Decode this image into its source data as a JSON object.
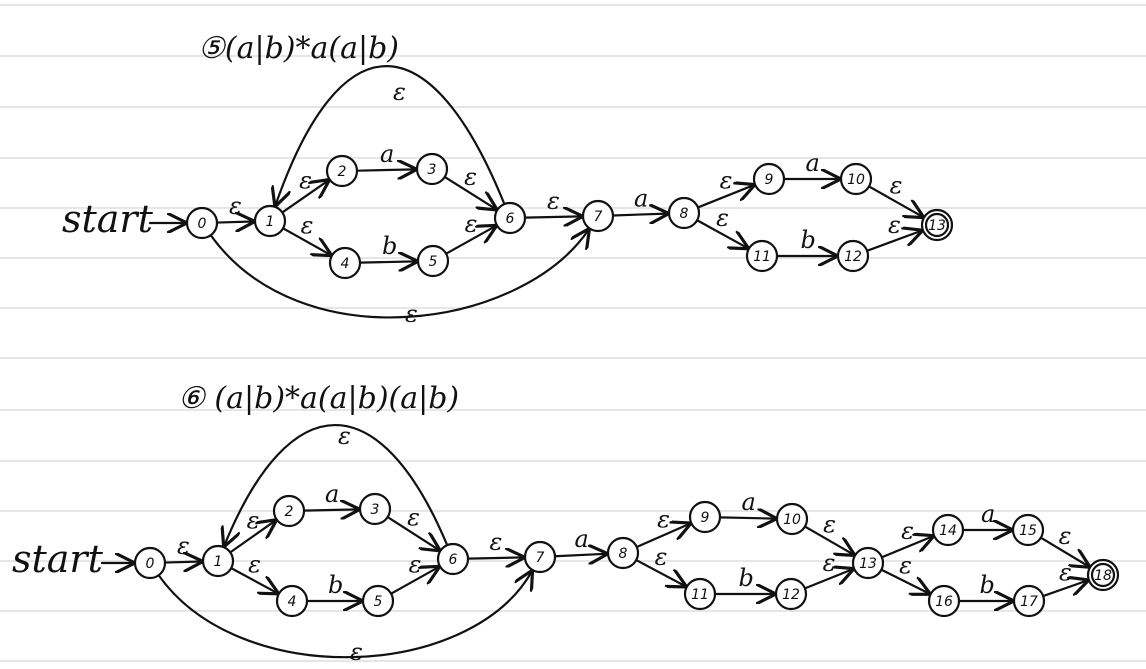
{
  "ink_color": "#111111",
  "ruled_line_color": "#d7d7d7",
  "diagrams": [
    {
      "title": "⑤(a|b)*a(a|b)",
      "start_label": "start",
      "states": [
        "0",
        "1",
        "2",
        "3",
        "4",
        "5",
        "6",
        "7",
        "8",
        "9",
        "10",
        "11",
        "12",
        "13"
      ],
      "final_states": [
        "13"
      ],
      "transitions": [
        {
          "from": "0",
          "to": "1",
          "label": "ε"
        },
        {
          "from": "1",
          "to": "2",
          "label": "ε"
        },
        {
          "from": "2",
          "to": "3",
          "label": "a"
        },
        {
          "from": "3",
          "to": "6",
          "label": "ε"
        },
        {
          "from": "1",
          "to": "4",
          "label": "ε"
        },
        {
          "from": "4",
          "to": "5",
          "label": "b"
        },
        {
          "from": "5",
          "to": "6",
          "label": "ε"
        },
        {
          "from": "6",
          "to": "7",
          "label": "ε"
        },
        {
          "from": "6",
          "to": "1",
          "label": "ε"
        },
        {
          "from": "0",
          "to": "7",
          "label": "ε"
        },
        {
          "from": "7",
          "to": "8",
          "label": "a"
        },
        {
          "from": "8",
          "to": "9",
          "label": "ε"
        },
        {
          "from": "9",
          "to": "10",
          "label": "a"
        },
        {
          "from": "10",
          "to": "13",
          "label": "ε"
        },
        {
          "from": "8",
          "to": "11",
          "label": "ε"
        },
        {
          "from": "11",
          "to": "12",
          "label": "b"
        },
        {
          "from": "12",
          "to": "13",
          "label": "ε"
        }
      ]
    },
    {
      "title": "⑥ (a|b)*a(a|b)(a|b)",
      "start_label": "start",
      "states": [
        "0",
        "1",
        "2",
        "3",
        "4",
        "5",
        "6",
        "7",
        "8",
        "9",
        "10",
        "11",
        "12",
        "13",
        "14",
        "15",
        "16",
        "17",
        "18"
      ],
      "final_states": [
        "18"
      ],
      "transitions": [
        {
          "from": "0",
          "to": "1",
          "label": "ε"
        },
        {
          "from": "1",
          "to": "2",
          "label": "ε"
        },
        {
          "from": "2",
          "to": "3",
          "label": "a"
        },
        {
          "from": "3",
          "to": "6",
          "label": "ε"
        },
        {
          "from": "1",
          "to": "4",
          "label": "ε"
        },
        {
          "from": "4",
          "to": "5",
          "label": "b"
        },
        {
          "from": "5",
          "to": "6",
          "label": "ε"
        },
        {
          "from": "6",
          "to": "7",
          "label": "ε"
        },
        {
          "from": "6",
          "to": "1",
          "label": "ε"
        },
        {
          "from": "0",
          "to": "7",
          "label": "ε"
        },
        {
          "from": "7",
          "to": "8",
          "label": "a"
        },
        {
          "from": "8",
          "to": "9",
          "label": "ε"
        },
        {
          "from": "9",
          "to": "10",
          "label": "a"
        },
        {
          "from": "10",
          "to": "13",
          "label": "ε"
        },
        {
          "from": "8",
          "to": "11",
          "label": "ε"
        },
        {
          "from": "11",
          "to": "12",
          "label": "b"
        },
        {
          "from": "12",
          "to": "13",
          "label": "ε"
        },
        {
          "from": "13",
          "to": "14",
          "label": "ε"
        },
        {
          "from": "14",
          "to": "15",
          "label": "a"
        },
        {
          "from": "15",
          "to": "18",
          "label": "ε"
        },
        {
          "from": "13",
          "to": "16",
          "label": "ε"
        },
        {
          "from": "16",
          "to": "17",
          "label": "b"
        },
        {
          "from": "17",
          "to": "18",
          "label": "ε"
        }
      ]
    }
  ]
}
